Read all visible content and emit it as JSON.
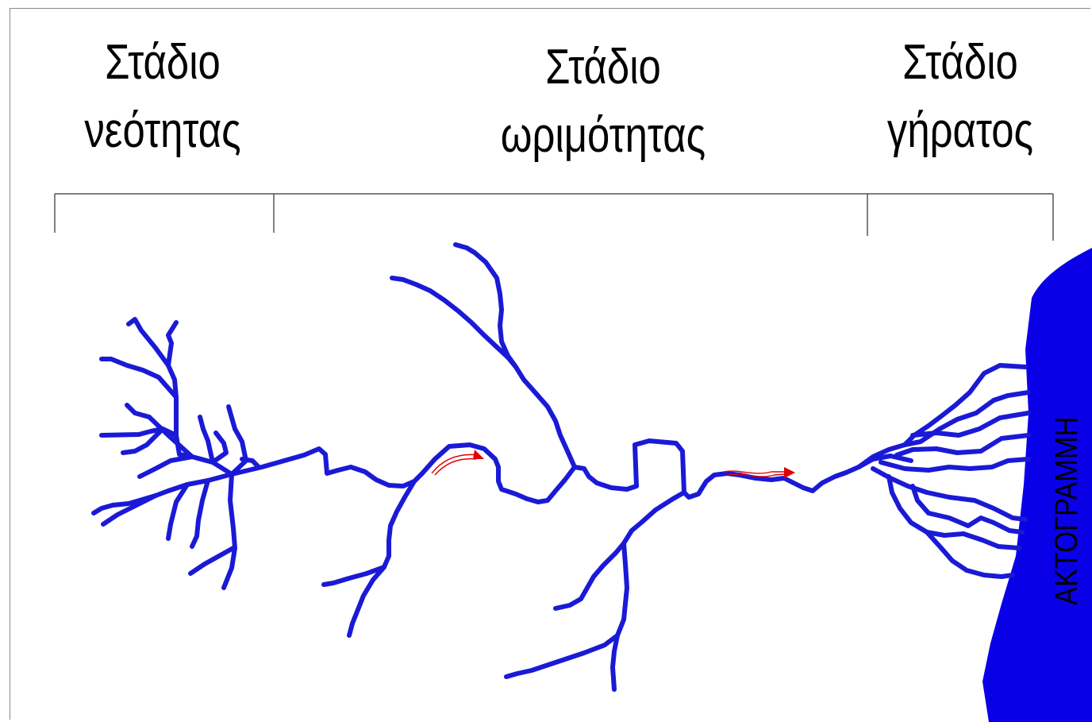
{
  "stages": [
    {
      "line1": "Στάδιο",
      "line2": "νεότητας"
    },
    {
      "line1": "Στάδιο",
      "line2": "ωριμότητας"
    },
    {
      "line1": "Στάδιο",
      "line2": "γήρατος"
    }
  ],
  "coastline_label": "ΑΚΤΟΓΡΑΜΜΗ",
  "colors": {
    "river": "#1a1ad6",
    "sea": "#0a00e8",
    "flow_arrow": "#e00000",
    "text": "#000000"
  }
}
